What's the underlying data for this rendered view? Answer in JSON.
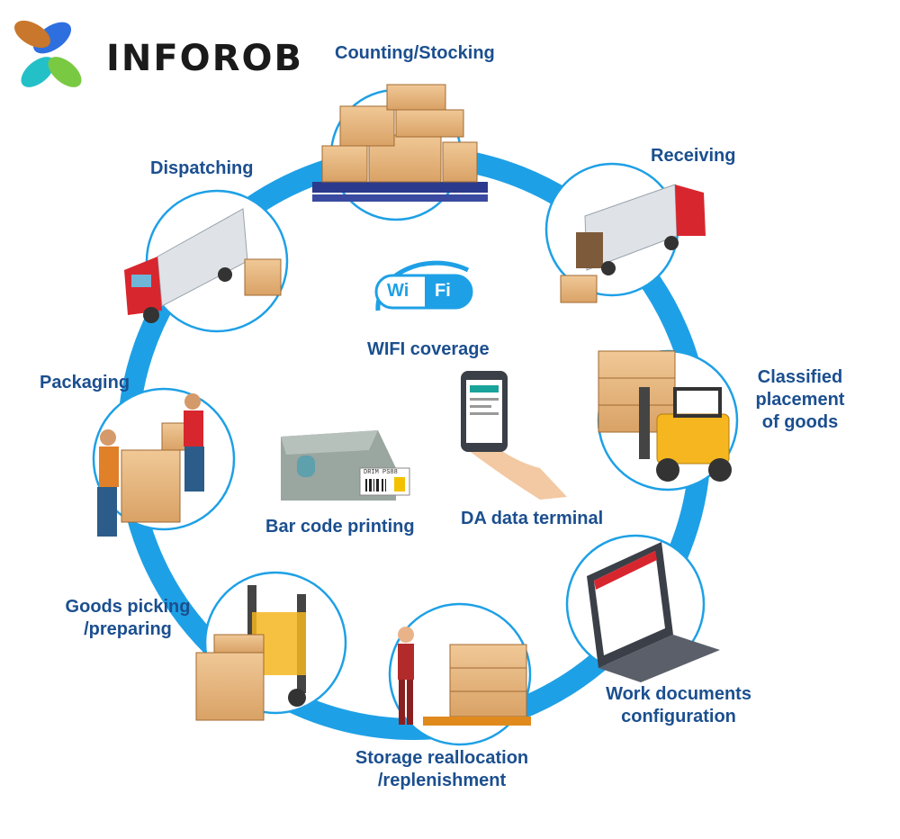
{
  "brand": {
    "name": "INFOROB"
  },
  "stages": [
    {
      "id": "counting",
      "label": "Counting/Stocking"
    },
    {
      "id": "receiving",
      "label": "Receiving"
    },
    {
      "id": "classified",
      "lines": [
        "Classified",
        "placement",
        "of goods"
      ]
    },
    {
      "id": "work-docs",
      "lines": [
        "Work documents",
        "configuration"
      ]
    },
    {
      "id": "storage",
      "lines": [
        "Storage reallocation",
        "/replenishment"
      ]
    },
    {
      "id": "picking",
      "lines": [
        "Goods picking",
        "/preparing"
      ]
    },
    {
      "id": "packaging",
      "label": "Packaging"
    },
    {
      "id": "dispatching",
      "label": "Dispatching"
    }
  ],
  "center": {
    "wifi_badge_left": "Wi",
    "wifi_badge_right": "Fi",
    "wifi_label": "WIFI coverage",
    "printer_label": "Bar code printing",
    "terminal_label": "DA data terminal",
    "receipt_text": "DRIM PS88"
  },
  "colors": {
    "ring": "#1ea0e6",
    "text": "#1b4f8f",
    "box": "#e3b07a",
    "truck_red": "#d8262e"
  }
}
